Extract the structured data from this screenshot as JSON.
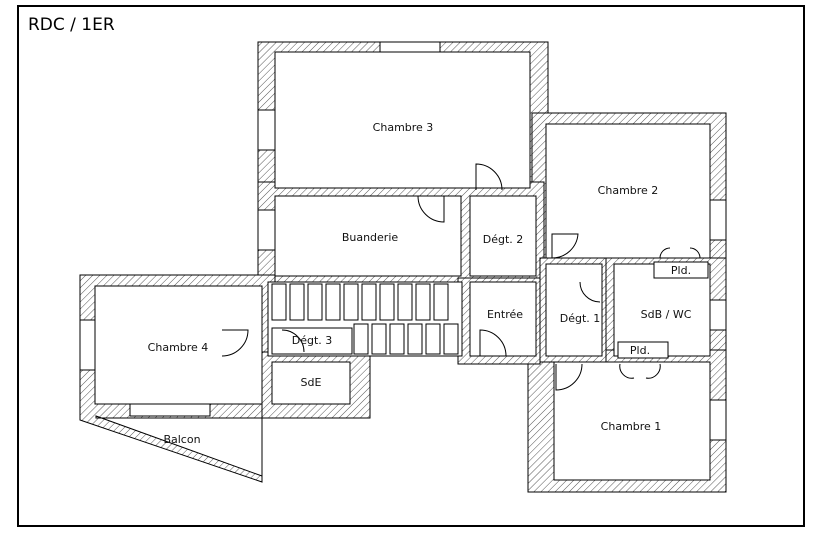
{
  "plan": {
    "title": "RDC / 1ER",
    "rooms": {
      "chambre3": "Chambre 3",
      "chambre2": "Chambre 2",
      "buanderie": "Buanderie",
      "degt2": "Dégt. 2",
      "pld_top": "Pld.",
      "entree": "Entrée",
      "degt1": "Dégt. 1",
      "sdb_wc": "SdB / WC",
      "pld_bottom": "Pld.",
      "chambre4": "Chambre 4",
      "degt3": "Dégt. 3",
      "sde": "SdE",
      "chambre1": "Chambre 1",
      "balcon": "Balcon"
    }
  }
}
